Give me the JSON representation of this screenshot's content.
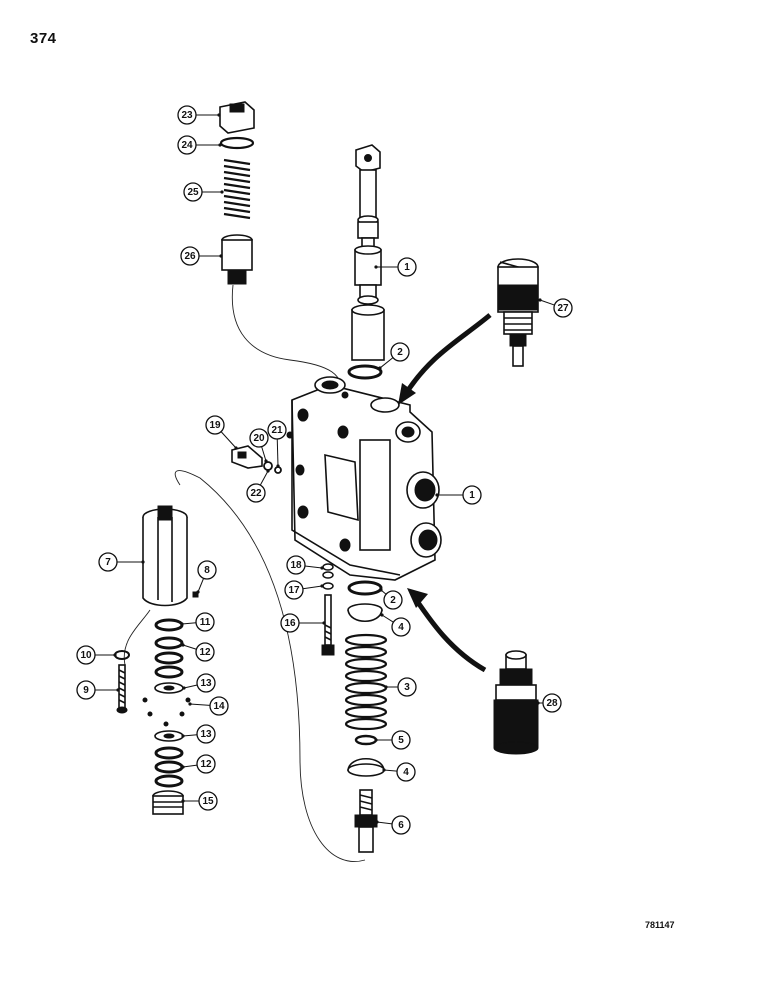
{
  "page_number": "374",
  "drawing_number": "781147",
  "callouts": [
    {
      "id": "c-1-spool",
      "label": "1"
    },
    {
      "id": "c-2-top",
      "label": "2"
    },
    {
      "id": "c-27",
      "label": "27"
    },
    {
      "id": "c-23",
      "label": "23"
    },
    {
      "id": "c-24",
      "label": "24"
    },
    {
      "id": "c-25",
      "label": "25"
    },
    {
      "id": "c-26",
      "label": "26"
    },
    {
      "id": "c-19",
      "label": "19"
    },
    {
      "id": "c-20",
      "label": "20"
    },
    {
      "id": "c-21",
      "label": "21"
    },
    {
      "id": "c-22",
      "label": "22"
    },
    {
      "id": "c-1-body",
      "label": "1"
    },
    {
      "id": "c-7",
      "label": "7"
    },
    {
      "id": "c-8",
      "label": "8"
    },
    {
      "id": "c-18",
      "label": "18"
    },
    {
      "id": "c-17",
      "label": "17"
    },
    {
      "id": "c-2-bottom",
      "label": "2"
    },
    {
      "id": "c-16",
      "label": "16"
    },
    {
      "id": "c-4-top",
      "label": "4"
    },
    {
      "id": "c-11",
      "label": "11"
    },
    {
      "id": "c-10",
      "label": "10"
    },
    {
      "id": "c-12-top",
      "label": "12"
    },
    {
      "id": "c-3",
      "label": "3"
    },
    {
      "id": "c-9",
      "label": "9"
    },
    {
      "id": "c-13-top",
      "label": "13"
    },
    {
      "id": "c-28",
      "label": "28"
    },
    {
      "id": "c-14",
      "label": "14"
    },
    {
      "id": "c-5",
      "label": "5"
    },
    {
      "id": "c-13-bottom",
      "label": "13"
    },
    {
      "id": "c-4-bottom",
      "label": "4"
    },
    {
      "id": "c-12-bottom",
      "label": "12"
    },
    {
      "id": "c-15",
      "label": "15"
    },
    {
      "id": "c-6",
      "label": "6"
    }
  ]
}
